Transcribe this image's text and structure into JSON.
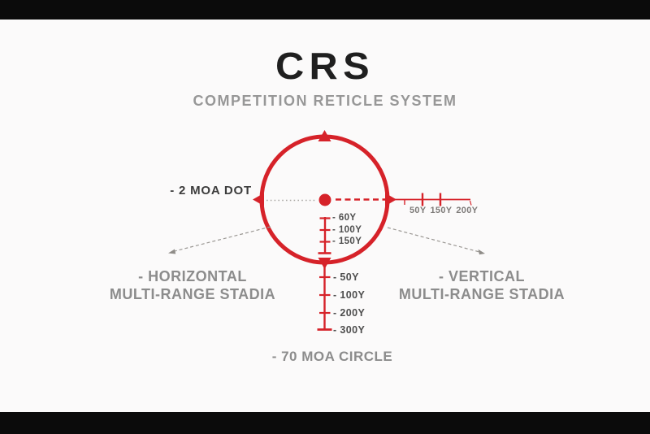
{
  "colors": {
    "red": "#d62229",
    "gray": "#8c8c8c",
    "dark": "#4e4e4e",
    "bg": "#fbfafa",
    "letterbox": "#0b0b0b",
    "title_color": "#1f1f1f"
  },
  "header": {
    "title": "CRS",
    "subtitle": "COMPETITION RETICLE SYSTEM"
  },
  "callouts": {
    "moa_dot": "- 2 MOA DOT",
    "horizontal_line1": "- HORIZONTAL",
    "horizontal_line2": "MULTI-RANGE STADIA",
    "vertical_line1": "- VERTICAL",
    "vertical_line2": "MULTI-RANGE STADIA",
    "moa_circle": "- 70 MOA CIRCLE"
  },
  "reticle": {
    "horizontal_stadia_labels": [
      "50Y",
      "150Y",
      "200Y"
    ],
    "inner_stadia_labels": [
      "- 60Y",
      "- 100Y",
      "- 150Y"
    ],
    "vertical_stadia_labels": [
      "- 50Y",
      "- 100Y",
      "- 200Y",
      "- 300Y"
    ]
  }
}
